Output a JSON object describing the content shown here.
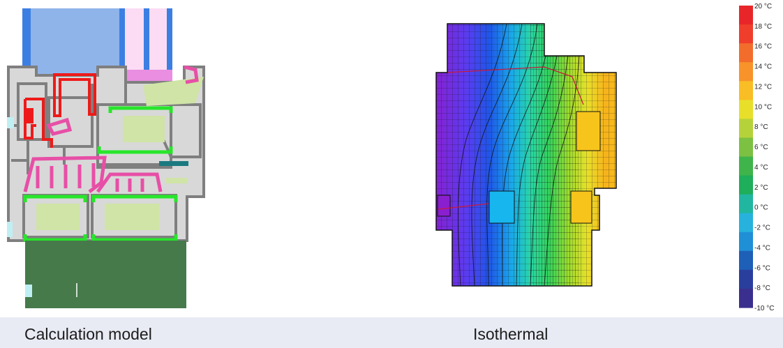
{
  "captions": {
    "left": "Calculation model",
    "right": "Isothermal"
  },
  "legend": {
    "unit_symbol": "°C",
    "labels": [
      "20 °C",
      "18 °C",
      "16 °C",
      "14 °C",
      "12 °C",
      "10 °C",
      "8 °C",
      "6 °C",
      "4 °C",
      "2 °C",
      "0 °C",
      "-2 °C",
      "-4 °C",
      "-6 °C",
      "-8 °C",
      "-10 °C"
    ],
    "colors": [
      "#e8262a",
      "#ef3e2b",
      "#f26d2c",
      "#f7932a",
      "#f9bd25",
      "#e8df2a",
      "#b6d23a",
      "#7cc142",
      "#3fb44a",
      "#1fae5a",
      "#21b6a0",
      "#27b2dd",
      "#1f8fd6",
      "#1e5fb8",
      "#2a3e9e",
      "#3a2f8e"
    ]
  },
  "colors": {
    "glass_blue": "#8fb4ea",
    "spacer_blue": "#3c7fe3",
    "pink_glass": "#fcdcf4",
    "profile_gray": "#7f7f7f",
    "cavity_gray": "#d8d8d8",
    "green_gasket": "#27e62a",
    "pink_insulation": "#e74fa6",
    "red_profile": "#ee1a1a",
    "wall_green": "#467a4b",
    "teal_bar": "#1a7a80",
    "light_green": "#cfe4a6",
    "caption_bg": "#e8ebf4"
  }
}
